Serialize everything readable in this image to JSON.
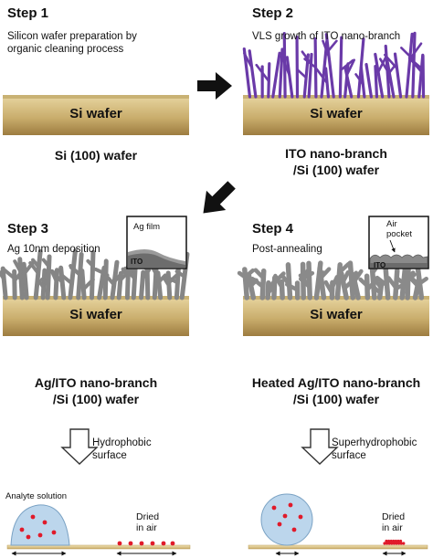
{
  "colors": {
    "wafer_top": "#e3cf96",
    "wafer_bottom": "#a8864a",
    "ito": "#6a3aa8",
    "ag": "#7f7f7f",
    "droplet": "#b9d5ec",
    "dot": "#e01a2a",
    "substrate": "#e9d9a8"
  },
  "panels": [
    {
      "step": "Step 1",
      "desc": [
        "Silicon wafer preparation by",
        "organic cleaning process"
      ],
      "wafer": "Si wafer",
      "caption": [
        "Si (100) wafer"
      ]
    },
    {
      "step": "Step 2",
      "desc": [
        "VLS growth of ITO nano-branch"
      ],
      "wafer": "Si wafer",
      "caption": [
        "ITO nano-branch",
        "/Si (100) wafer"
      ]
    },
    {
      "step": "Step 3",
      "desc": [
        "Ag 10nm deposition"
      ],
      "wafer": "Si wafer",
      "caption": [
        "Ag/ITO nano-branch",
        "/Si (100) wafer"
      ],
      "inset": {
        "film_label": "Ag film",
        "base_label": "ITO"
      }
    },
    {
      "step": "Step 4",
      "desc": [
        "Post-annealing"
      ],
      "wafer": "Si wafer",
      "caption": [
        "Heated Ag/ITO nano-branch",
        "/Si (100) wafer"
      ],
      "inset": {
        "pocket_label": [
          "Air",
          "pocket"
        ],
        "base_label": "ITO"
      }
    }
  ],
  "surfaces": {
    "left": [
      "Hydrophobic",
      "surface"
    ],
    "right": [
      "Superhydrophobic",
      "surface"
    ]
  },
  "droplet_test": {
    "analyte_label": "Analyte solution",
    "dried_label": [
      "Dried",
      "in air"
    ]
  }
}
